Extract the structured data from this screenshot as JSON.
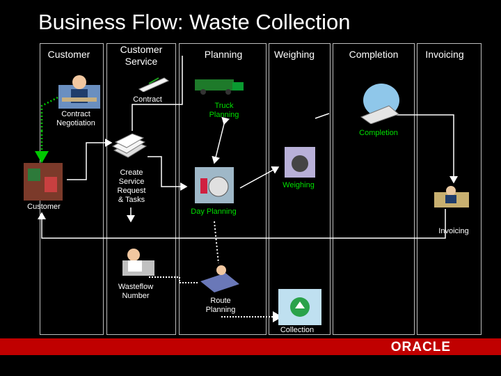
{
  "title": "Business Flow: Waste Collection",
  "lanes": [
    "Customer",
    "Customer\nService",
    "Planning",
    "Weighing",
    "Completion",
    "Invoicing"
  ],
  "steps": {
    "contract": "Contract",
    "contract_negotiation": "Contract\nNegotiation",
    "truck_planning": "Truck\nPlanning",
    "completion": "Completion",
    "create_service": "Create\nService\nRequest\n& Tasks",
    "weighing": "Weighing",
    "customer": "Customer",
    "day_planning": "Day Planning",
    "invoicing": "Invoicing",
    "wasteflow_number": "Wasteflow\nNumber",
    "route_planning": "Route\nPlanning",
    "collection": "Collection"
  },
  "footer": {
    "logo": "ORACLE",
    "brand_color": "#c00000"
  },
  "colors": {
    "green_label": "#00e000",
    "dotted_line": "#ffffff",
    "dashed_green": "#00c800"
  }
}
